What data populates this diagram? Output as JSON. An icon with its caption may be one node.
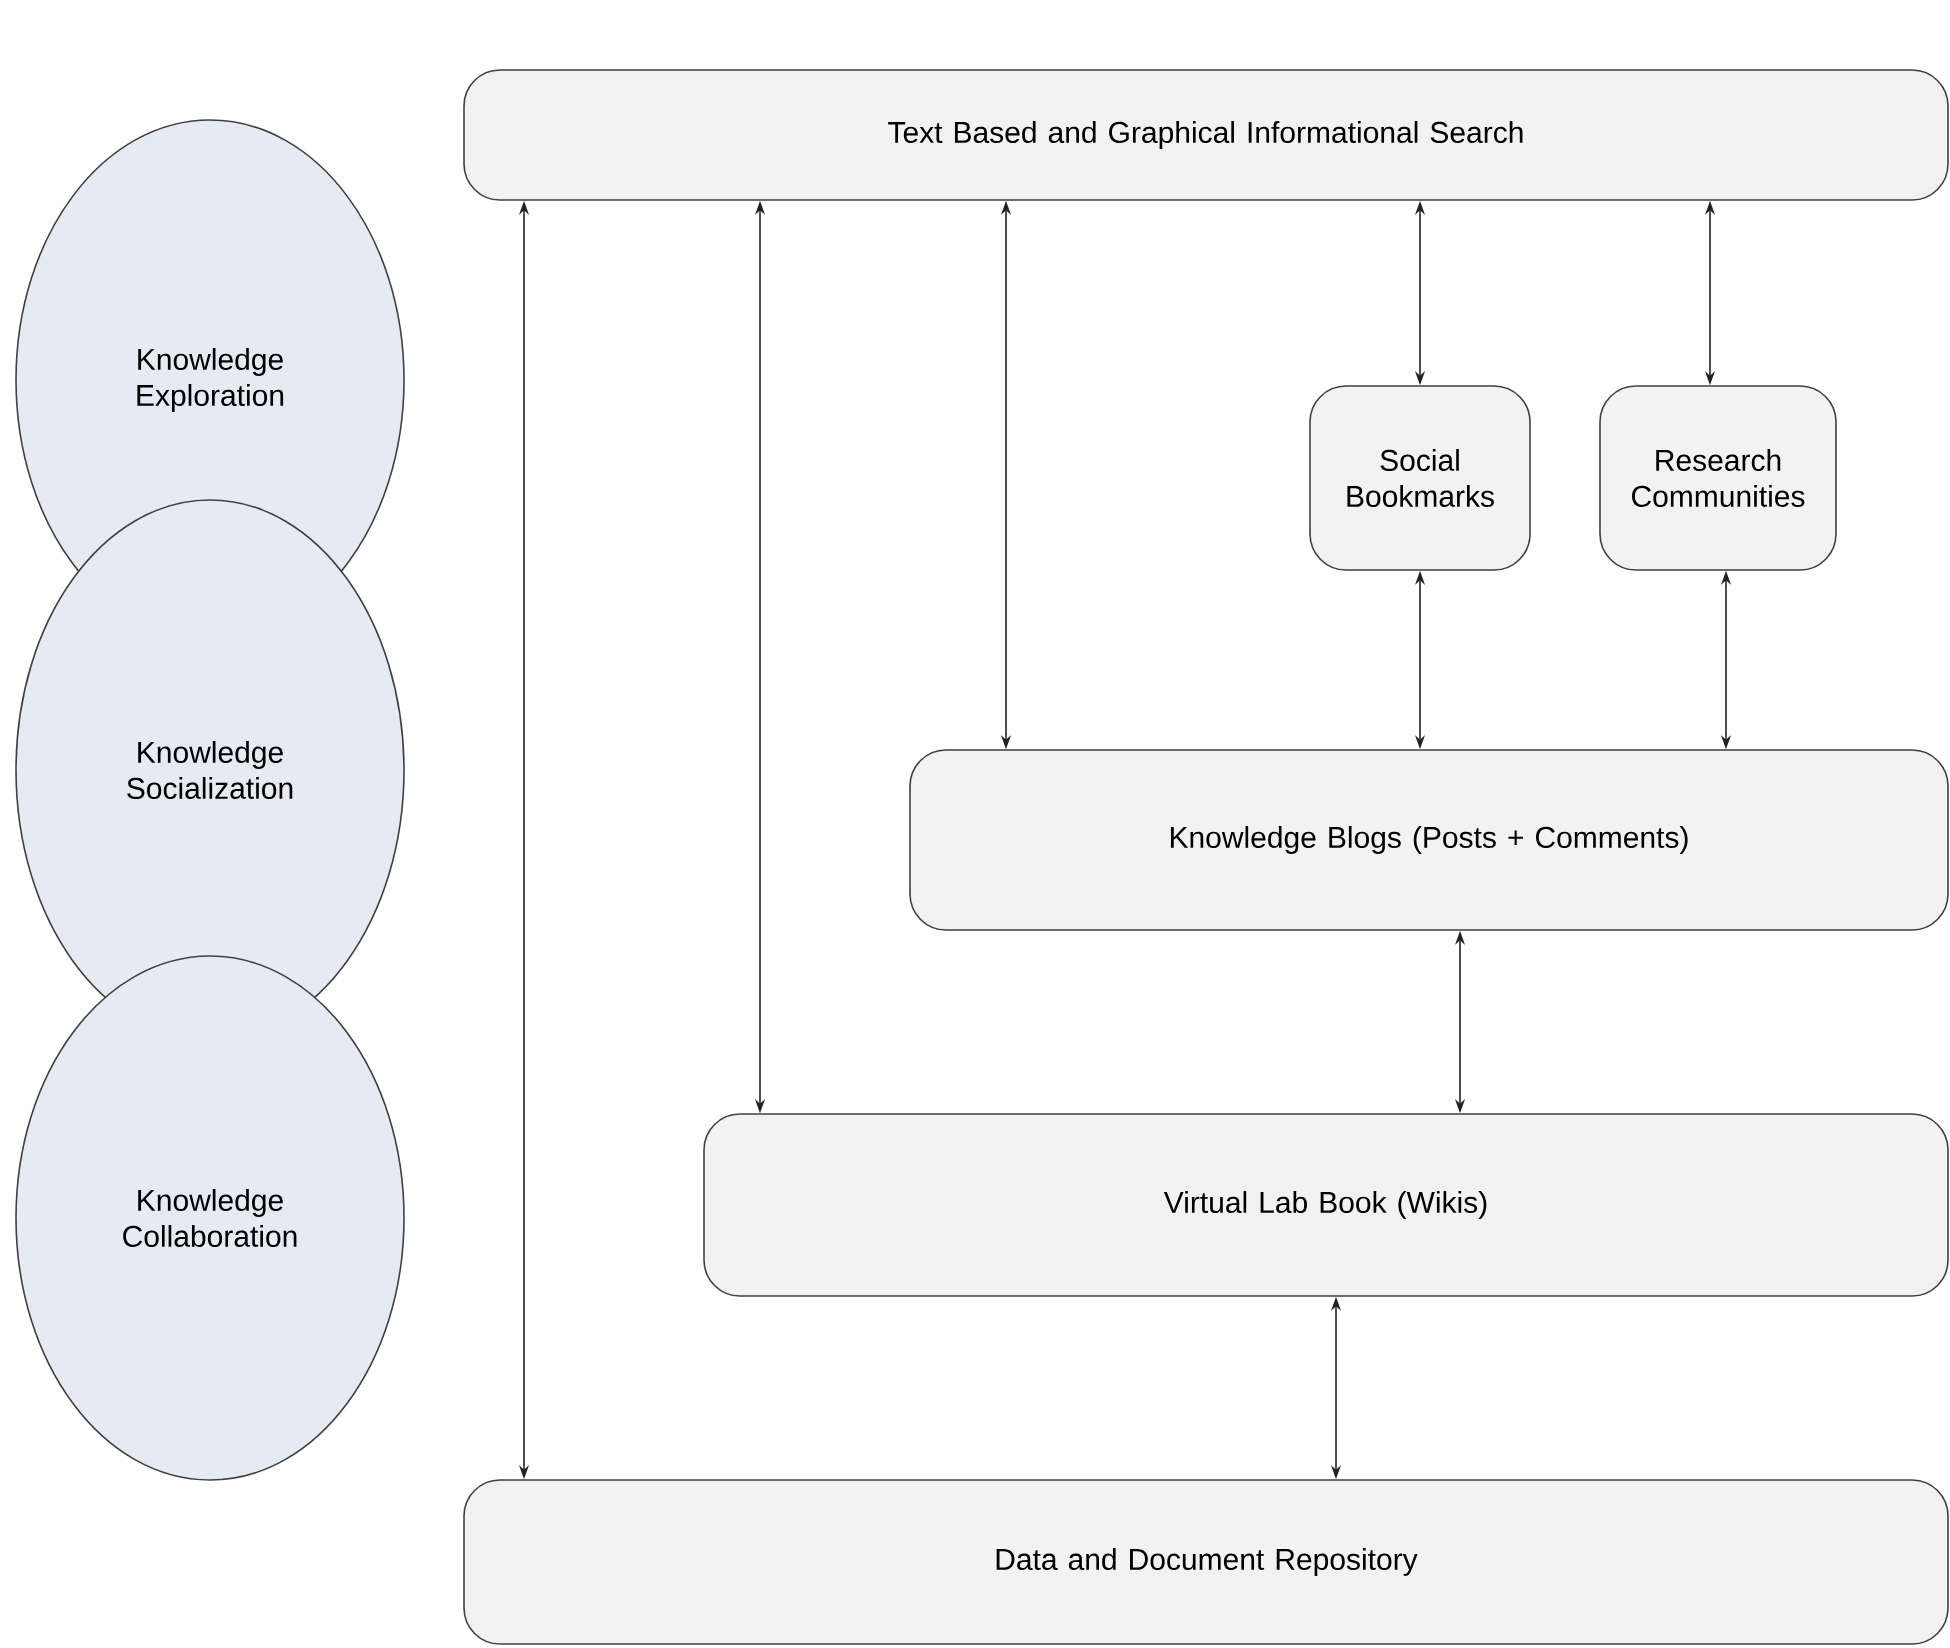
{
  "diagram": {
    "nodes": [
      {
        "text": [
          "Text Based and Graphical Informational Search"
        ]
      },
      {
        "text": [
          "Social Bookmarks"
        ]
      },
      {
        "text": [
          "Research Communities"
        ]
      },
      {
        "text": [
          "Knowledge Blogs (Posts + Comments)"
        ]
      },
      {
        "text": [
          "Virtual Lab Book (Wikis)"
        ]
      },
      {
        "text": [
          "Data and Document Repository"
        ]
      },
      {
        "text": [
          "Knowledge Exploration"
        ]
      },
      {
        "text": [
          "Knowledge Socialization"
        ]
      },
      {
        "text": [
          "Knowledge Collaboration"
        ]
      }
    ],
    "edges": [
      {
        "from": 0,
        "to": 5,
        "arrow": "both"
      },
      {
        "from": 0,
        "to": 4,
        "arrow": "both"
      },
      {
        "from": 0,
        "to": 3,
        "arrow": "both"
      },
      {
        "from": 0,
        "to": 1,
        "arrow": "both"
      },
      {
        "from": 0,
        "to": 2,
        "arrow": "both"
      },
      {
        "from": 1,
        "to": 3,
        "arrow": "both"
      },
      {
        "from": 2,
        "to": 3,
        "arrow": "both"
      },
      {
        "from": 3,
        "to": 4,
        "arrow": "both"
      },
      {
        "from": 4,
        "to": 5,
        "arrow": "both"
      }
    ]
  }
}
